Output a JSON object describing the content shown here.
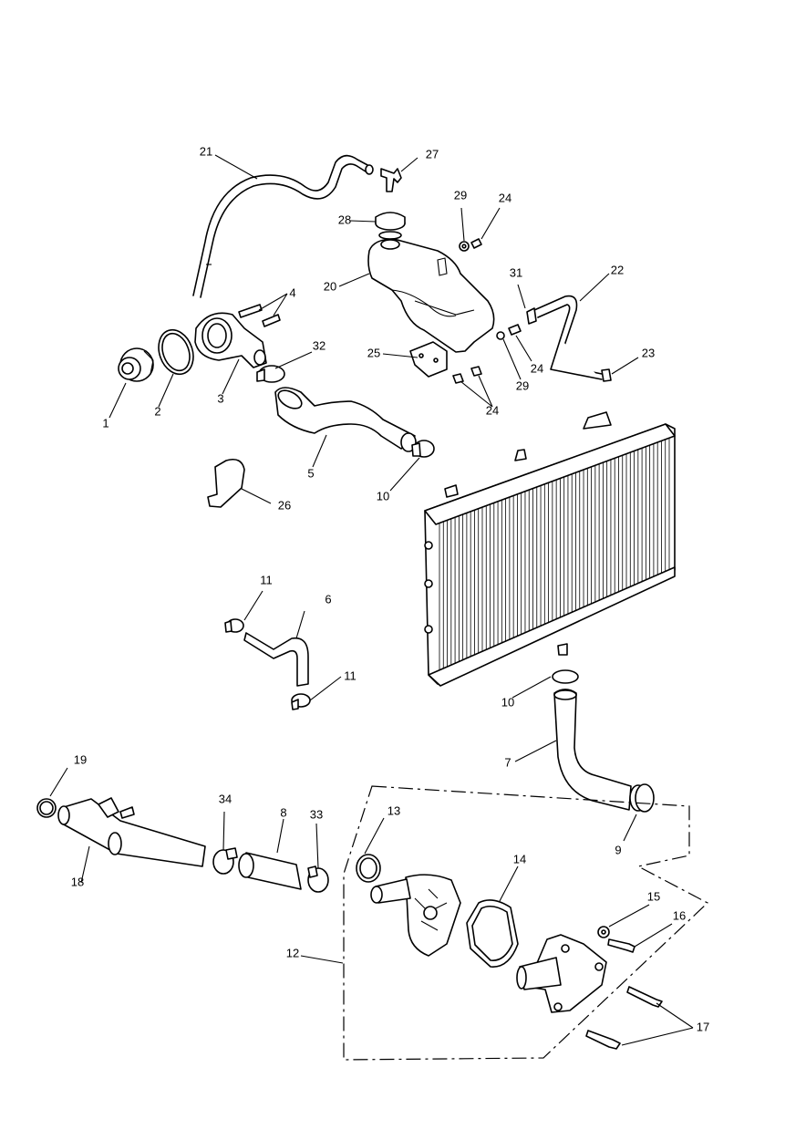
{
  "callouts": [
    {
      "id": "1",
      "text": "1"
    },
    {
      "id": "2",
      "text": "2"
    },
    {
      "id": "3",
      "text": "3"
    },
    {
      "id": "4",
      "text": "4"
    },
    {
      "id": "5",
      "text": "5"
    },
    {
      "id": "6",
      "text": "6"
    },
    {
      "id": "7",
      "text": "7"
    },
    {
      "id": "8",
      "text": "8"
    },
    {
      "id": "9",
      "text": "9"
    },
    {
      "id": "10a",
      "text": "10"
    },
    {
      "id": "10b",
      "text": "10"
    },
    {
      "id": "11a",
      "text": "11"
    },
    {
      "id": "11b",
      "text": "11"
    },
    {
      "id": "12",
      "text": "12"
    },
    {
      "id": "13",
      "text": "13"
    },
    {
      "id": "14",
      "text": "14"
    },
    {
      "id": "15",
      "text": "15"
    },
    {
      "id": "16",
      "text": "16"
    },
    {
      "id": "17",
      "text": "17"
    },
    {
      "id": "18",
      "text": "18"
    },
    {
      "id": "19",
      "text": "19"
    },
    {
      "id": "20",
      "text": "20"
    },
    {
      "id": "21",
      "text": "21"
    },
    {
      "id": "22",
      "text": "22"
    },
    {
      "id": "23",
      "text": "23"
    },
    {
      "id": "24a",
      "text": "24"
    },
    {
      "id": "24b",
      "text": "24"
    },
    {
      "id": "24c",
      "text": "24"
    },
    {
      "id": "25",
      "text": "25"
    },
    {
      "id": "26",
      "text": "26"
    },
    {
      "id": "27",
      "text": "27"
    },
    {
      "id": "28",
      "text": "28"
    },
    {
      "id": "29a",
      "text": "29"
    },
    {
      "id": "29b",
      "text": "29"
    },
    {
      "id": "31",
      "text": "31"
    },
    {
      "id": "32",
      "text": "32"
    },
    {
      "id": "33",
      "text": "33"
    },
    {
      "id": "34",
      "text": "34"
    }
  ]
}
